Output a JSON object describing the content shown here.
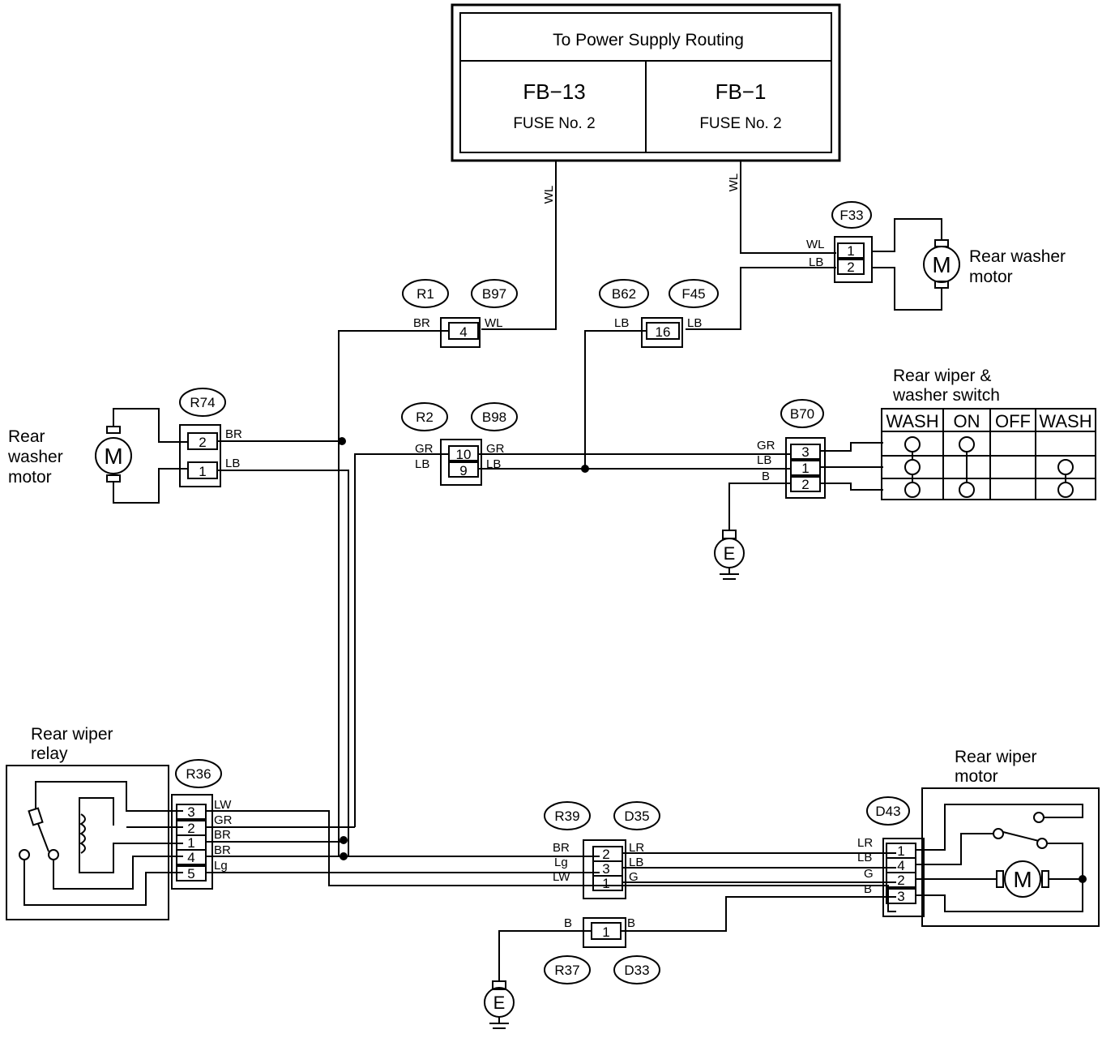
{
  "power_box": {
    "title": "To Power Supply Routing",
    "left_fuse": "FB−13",
    "left_fuse_no": "FUSE No. 2",
    "right_fuse": "FB−1",
    "right_fuse_no": "FUSE No. 2"
  },
  "wires": {
    "wl": "WL",
    "br": "BR",
    "lb": "LB",
    "gr": "GR",
    "b": "B",
    "lw": "LW",
    "lg": "Lg",
    "lr": "LR",
    "g": "G"
  },
  "connectors": {
    "r1": "R1",
    "b97": "B97",
    "b62": "B62",
    "f45": "F45",
    "f33": "F33",
    "r74": "R74",
    "r2": "R2",
    "b98": "B98",
    "b70": "B70",
    "r36": "R36",
    "r39": "R39",
    "d35": "D35",
    "d43": "D43",
    "r37": "R37",
    "d33": "D33"
  },
  "pins": {
    "p1": "1",
    "p2": "2",
    "p3": "3",
    "p4": "4",
    "p5": "5",
    "p9": "9",
    "p10": "10",
    "p16": "16"
  },
  "components": {
    "rear_washer_motor_right": [
      "Rear washer",
      "motor"
    ],
    "rear_washer_motor_left": [
      "Rear",
      "washer",
      "motor"
    ],
    "switch_title": [
      "Rear wiper &",
      "washer switch"
    ],
    "switch_columns": [
      "WASH",
      "ON",
      "OFF",
      "WASH"
    ],
    "rear_wiper_relay": [
      "Rear wiper",
      "relay"
    ],
    "rear_wiper_motor": [
      "Rear wiper",
      "motor"
    ],
    "motor_symbol": "M",
    "ground_symbol": "E"
  }
}
